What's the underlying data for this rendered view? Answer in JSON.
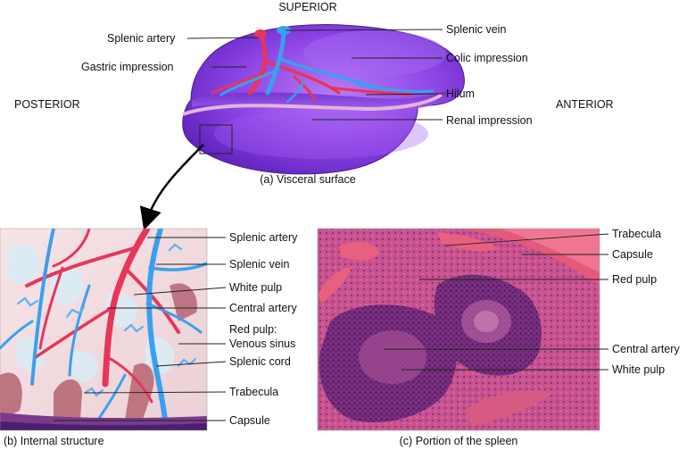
{
  "orientation": {
    "superior": "SUPERIOR",
    "posterior": "POSTERIOR",
    "anterior": "ANTERIOR"
  },
  "panel_a": {
    "caption": "(a) Visceral surface",
    "labels": {
      "splenic_artery": "Splenic artery",
      "gastric_impression": "Gastric impression",
      "splenic_vein": "Splenic vein",
      "colic_impression": "Colic impression",
      "hilum": "Hilum",
      "renal_impression": "Renal impression"
    }
  },
  "panel_b": {
    "caption": "(b) Internal structure",
    "labels": {
      "splenic_artery": "Splenic artery",
      "splenic_vein": "Splenic vein",
      "white_pulp": "White pulp",
      "central_artery": "Central artery",
      "red_pulp": "Red pulp:",
      "venous_sinus": "Venous sinus",
      "splenic_cord": "Splenic cord",
      "trabecula": "Trabecula",
      "capsule": "Capsule"
    }
  },
  "panel_c": {
    "caption": "(c) Portion of the spleen",
    "labels": {
      "trabecula": "Trabecula",
      "capsule": "Capsule",
      "red_pulp": "Red pulp",
      "central_artery": "Central artery",
      "white_pulp": "White pulp"
    }
  },
  "colors": {
    "spleen_purple": "#8a3fe0",
    "artery_red": "#e8355a",
    "vein_blue": "#3aa0ee",
    "tissue_pink": "#c7508e",
    "background": "#ffffff"
  }
}
